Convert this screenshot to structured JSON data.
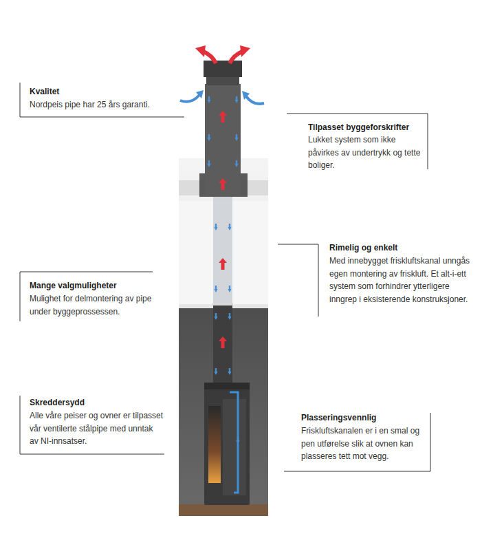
{
  "diagram": {
    "labels": [
      "Kvalitet",
      "Nordpeis pipe har 25 års garanti.",
      "Tilpasset byggeforskrifter",
      "Lukket system som ikke påvirkes av undertrykk og tette boliger.",
      "Rimelig og enkelt",
      "Med innebygget friskluftskanal unngås egen montering av friskluft. Et alt-i-ett system som forhindrer ytterligere inngrep i eksisterende konstruksjoner.",
      "Mange valgmuligheter",
      "Mulighet for delmontering av pipe under byggeprossessen.",
      "Skreddersydd",
      "Alle våre peiser og ovner er tilpasset vår ventilerte stålpipe med unntak av NI-innsatser.",
      "Plasseringsvennlig",
      "Friskluftskanalen er i en smal og pen utførelse slik at ovnen kan plasseres tett mot vegg."
    ]
  }
}
